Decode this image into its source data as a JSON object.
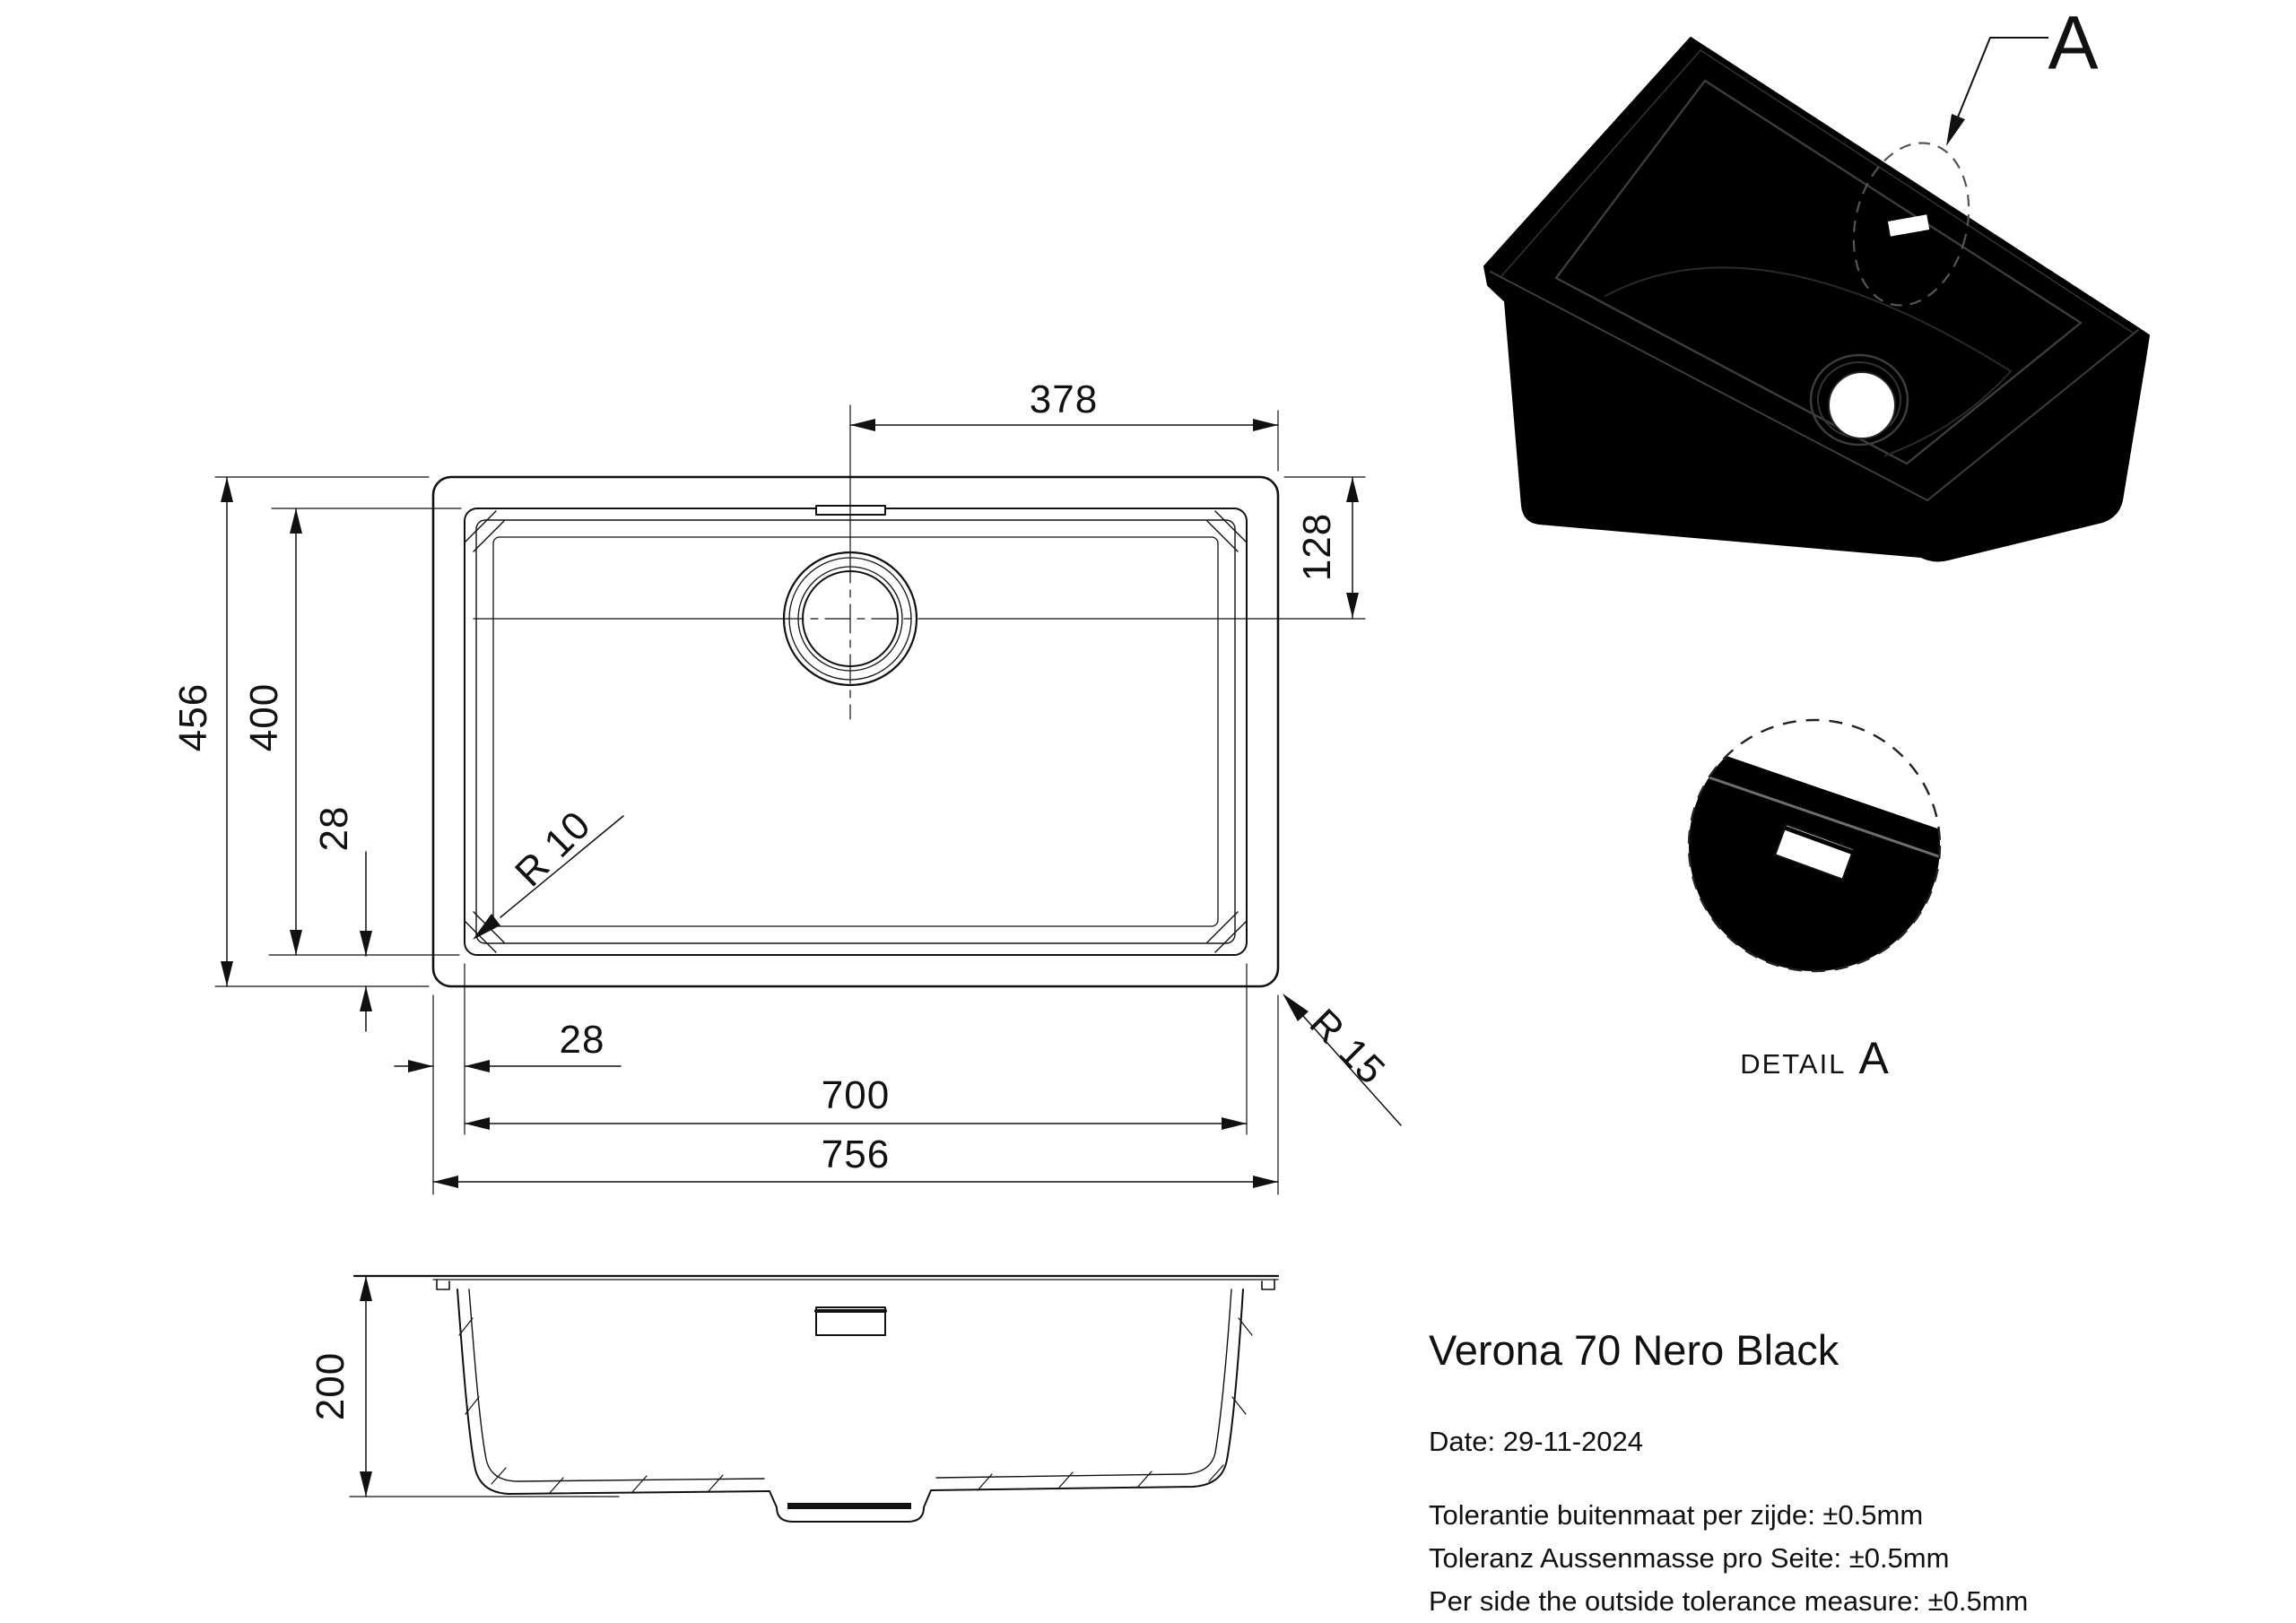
{
  "plan_view": {
    "dims": {
      "half_width_top": "378",
      "top_to_drain_center": "128",
      "outer_depth": "456",
      "bowl_depth": "400",
      "rim_side": "28",
      "rim_bottom": "28",
      "bowl_width": "700",
      "outer_width": "756",
      "bowl_corner_radius": "R 10",
      "outer_corner_radius": "R 15"
    }
  },
  "side_view": {
    "dims": {
      "height": "200"
    }
  },
  "iso_view": {
    "callout_label": "A"
  },
  "detail_view": {
    "label": "DETAIL",
    "callout_label": "A"
  },
  "title_block": {
    "product_name": "Verona 70 Nero Black",
    "date_line": "Date: 29-11-2024",
    "tolerance_nl": "Tolerantie buitenmaat per zijde: ±0.5mm",
    "tolerance_de": "Toleranz Aussenmasse pro Seite: ±0.5mm",
    "tolerance_en": "Per side the outside tolerance measure: ±0.5mm"
  }
}
